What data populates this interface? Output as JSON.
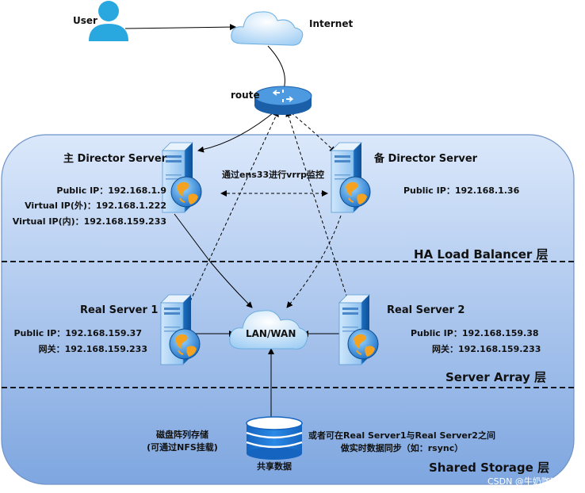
{
  "nodes": {
    "user": "User",
    "internet": "Internet",
    "route": "route",
    "master_director": "主 Director Server",
    "backup_director": "备 Director Server",
    "lan": "LAN/WAN",
    "real_server_1": "Real Server 1",
    "real_server_2": "Real Server 2",
    "shared_data": "共享数据"
  },
  "master_info": {
    "public_ip": "Public IP：192.168.1.9",
    "virtual_ip_ext": "Virtual IP(外)：192.168.1.222",
    "virtual_ip_int": "Virtual IP(内)：192.168.159.233"
  },
  "backup_info": {
    "public_ip": "Public IP：192.168.1.36"
  },
  "vrrp_label": "通过ens33进行vrrp监控",
  "rs1_info": {
    "public_ip": "Public IP：192.168.159.37",
    "gateway": "网关：192.168.159.233"
  },
  "rs2_info": {
    "public_ip": "Public IP：192.168.159.38",
    "gateway": "网关：192.168.159.233"
  },
  "storage_note_left": [
    "磁盘阵列存储",
    "(可通过NFS挂载)"
  ],
  "storage_note_right": [
    "或者可在Real Server1与Real Server2之间",
    "做实时数据同步（如：rsync）"
  ],
  "layers": {
    "ha": "HA Load Balancer 层",
    "array": "Server Array 层",
    "storage": "Shared Storage 层"
  },
  "watermark": "CSDN @牛奶咖啡13",
  "colors": {
    "panel_top": "#dbe8fb",
    "panel_bottom": "#7ea6e0",
    "server_blue": "#1e88e5",
    "user_blue": "#29a8e0"
  }
}
